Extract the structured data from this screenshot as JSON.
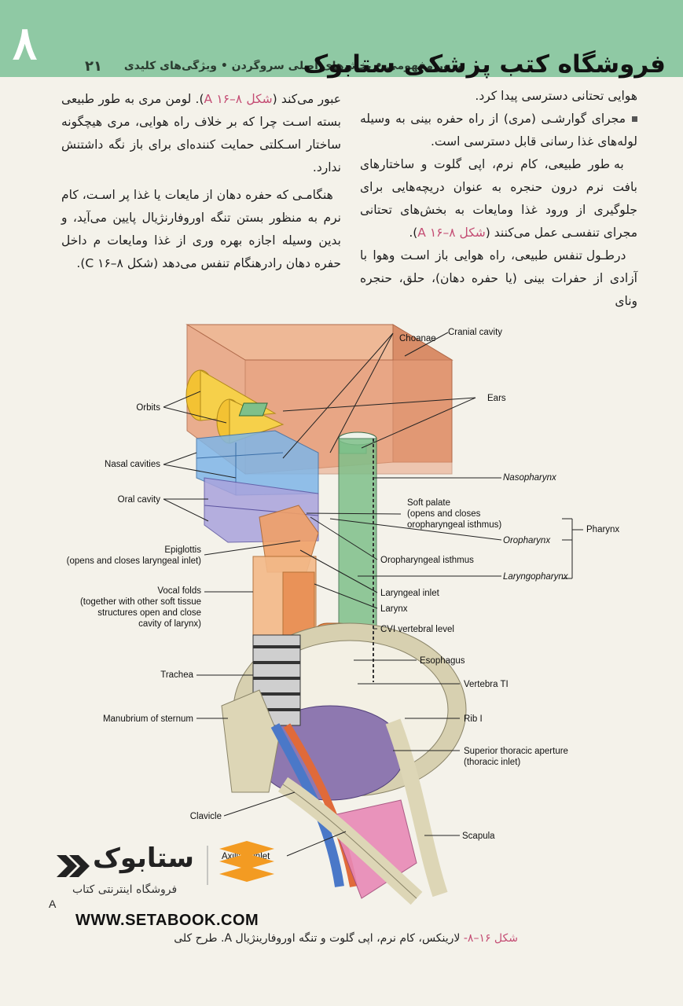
{
  "header": {
    "chapter_number": "۸",
    "page_number": "۲۱",
    "running_head": "مرور مفهومی • بخش‌های اصلی سروگردن • ویژگی‌های کلیدی",
    "store_title": "فروشگاه کتب پزشکی ستابوک"
  },
  "text_right": {
    "p1": "هوایی تحتانی دسترسی پیدا کرد.",
    "bullet1": "مجرای گوارشـی (مری) از راه حفره بینی به وسیله لوله‌های غذا رسانی قابل دسترسی است.",
    "p2": "به طور طبیعی، کام نرم، اپی گلوت و ساختارهای بافت نرم درون حنجره به عنوان دریچه‌هایی برای جلوگیری از ورود غذا ومایعات به بخش‌های تحتانی مجرای تنفسـی عمل می‌کنند (",
    "p2_ref": "شکل A ۱۶–۸",
    "p2_end": ").",
    "p3": "درطـول تنفس طبیعی، راه هوایی باز اسـت وهوا با آزادی از حفرات بینی (یا حفره دهان)، حلق، حنجره ونای"
  },
  "text_left": {
    "p1_start": "عبور می‌کند (",
    "p1_ref": "شکل A ۱۶–۸",
    "p1_end": "). لومن مری به طور طبیعی بسته اسـت چرا که بر خلاف راه هوایی، مری هیچگونه ساختار اسـکلتی حمایت کننده‌ای برای باز نگه داشتنش ندارد.",
    "p2": "هنگامـی که حفره دهان از مایعات یا غذا پر اسـت، کام نرم به منظور بستن تنگه اوروفارنژیال پایین می‌آید، و بدین وسیله اجازه بهره وری از غذا ومایعات م داخل حفره دهان رادرهنگام تنفس می‌دهد (شکل C ۱۶–۸)."
  },
  "figure": {
    "labels": {
      "choanae": "Choanae",
      "cranial_cavity": "Cranial cavity",
      "orbits": "Orbits",
      "ears": "Ears",
      "nasal_cavities": "Nasal cavities",
      "nasopharynx": "Nasopharynx",
      "oral_cavity": "Oral cavity",
      "soft_palate": "Soft palate\n(opens and closes\noropharyngeal isthmus)",
      "pharynx": "Pharynx",
      "oropharynx": "Oropharynx",
      "epiglottis": "Epiglottis\n(opens and closes laryngeal inlet)",
      "oropharyngeal_isthmus": "Oropharyngeal isthmus",
      "laryngopharynx": "Laryngopharynx",
      "laryngeal_inlet": "Laryngeal inlet",
      "vocal_folds": "Vocal folds\n(together with other soft tissue\nstructures open and close\ncavity of larynx)",
      "larynx": "Larynx",
      "cvi_level": "CVI vertebral level",
      "esophagus": "Esophagus",
      "trachea": "Trachea",
      "vertebra_ti": "Vertebra TI",
      "manubrium": "Manubrium of sternum",
      "rib_i": "Rib I",
      "superior_aperture": "Superior thoracic aperture\n(thoracic inlet)",
      "clavicle": "Clavicle",
      "scapula": "Scapula",
      "axillary_inlet": "Axillary inlet"
    },
    "panel_letter": "A"
  },
  "caption": {
    "label": "شکل ۱۶–۸-",
    "text": " لارینکس، کام نرم، اپی گلوت و تنگه اوروفارینژیال A. طرح کلی"
  },
  "watermark": {
    "brand_fa": "ستابوک",
    "tagline_fa": "فروشگاه اینترنتی کتاب",
    "url": "WWW.SETABOOK.COM"
  },
  "colors": {
    "header_green": "#8fc9a4",
    "cranial": "#e8a27f",
    "orbit": "#f3c233",
    "nasal": "#7fb6e8",
    "oral": "#a9a3dd",
    "larynx_orange": "#f0a068",
    "pharynx_green": "#7fc08a",
    "bone": "#ddd6b6",
    "lung_purple": "#8e78b0",
    "pink": "#e889b6",
    "logo_orange": "#f39b22"
  }
}
